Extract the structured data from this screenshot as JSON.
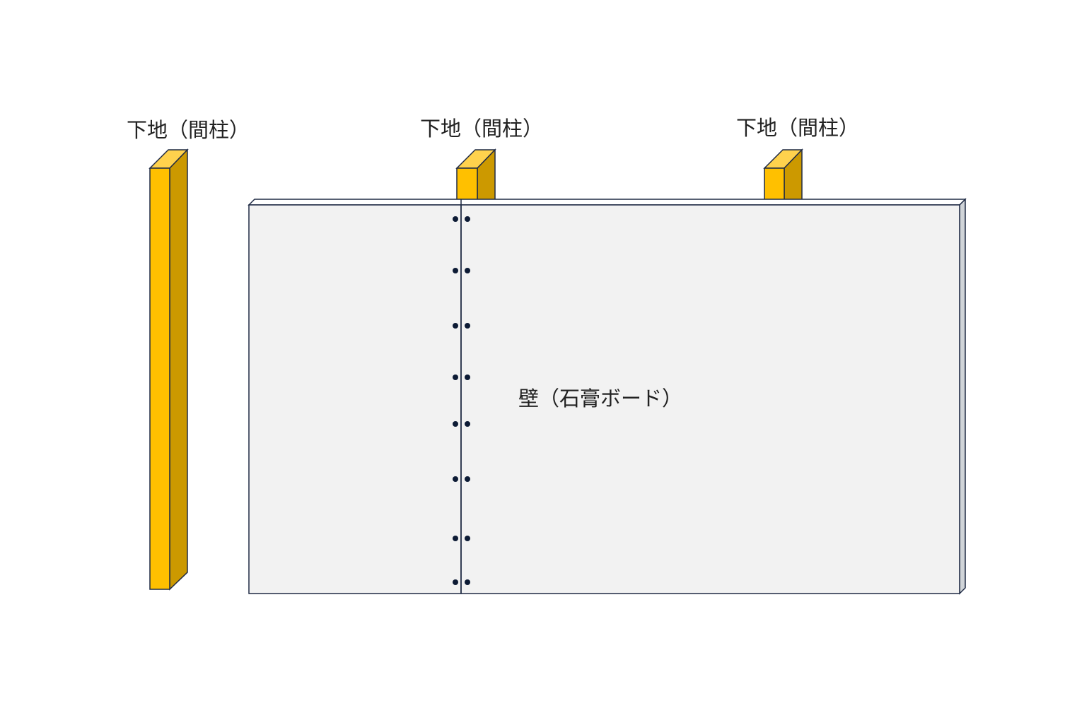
{
  "labels": {
    "stud_left": "下地（間柱）",
    "stud_middle": "下地（間柱）",
    "stud_right": "下地（間柱）",
    "wall": "壁（石膏ボード）"
  },
  "colors": {
    "stud_front": "#FFC000",
    "stud_top": "#FFD24D",
    "stud_side": "#CC9900",
    "board_face": "#F2F2F2",
    "board_edge": "#D0D4D8",
    "outline": "#1F2A44",
    "screw": "#0D1B35"
  }
}
